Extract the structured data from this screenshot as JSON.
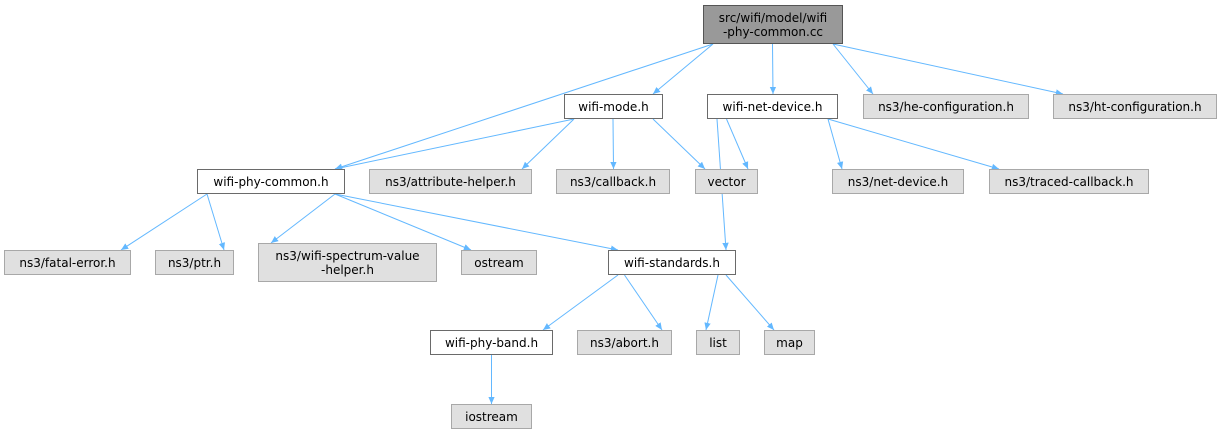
{
  "nodes": {
    "root": {
      "label": "src/wifi/model/wifi\n-phy-common.cc"
    },
    "wifi_mode": {
      "label": "wifi-mode.h"
    },
    "wifi_net_device": {
      "label": "wifi-net-device.h"
    },
    "he_configuration": {
      "label": "ns3/he-configuration.h"
    },
    "ht_configuration": {
      "label": "ns3/ht-configuration.h"
    },
    "wifi_phy_common": {
      "label": "wifi-phy-common.h"
    },
    "attribute_helper": {
      "label": "ns3/attribute-helper.h"
    },
    "callback": {
      "label": "ns3/callback.h"
    },
    "vector": {
      "label": "vector"
    },
    "net_device": {
      "label": "ns3/net-device.h"
    },
    "traced_callback": {
      "label": "ns3/traced-callback.h"
    },
    "fatal_error": {
      "label": "ns3/fatal-error.h"
    },
    "ptr": {
      "label": "ns3/ptr.h"
    },
    "spectrum_value_helper": {
      "label": "ns3/wifi-spectrum-value\n-helper.h"
    },
    "ostream": {
      "label": "ostream"
    },
    "wifi_standards": {
      "label": "wifi-standards.h"
    },
    "wifi_phy_band": {
      "label": "wifi-phy-band.h"
    },
    "abort": {
      "label": "ns3/abort.h"
    },
    "list": {
      "label": "list"
    },
    "map": {
      "label": "map"
    },
    "iostream": {
      "label": "iostream"
    }
  },
  "edges": [
    [
      "root",
      "wifi_mode"
    ],
    [
      "root",
      "wifi_net_device"
    ],
    [
      "root",
      "he_configuration"
    ],
    [
      "root",
      "ht_configuration"
    ],
    [
      "root",
      "wifi_phy_common"
    ],
    [
      "wifi_mode",
      "wifi_phy_common"
    ],
    [
      "wifi_mode",
      "attribute_helper"
    ],
    [
      "wifi_mode",
      "callback"
    ],
    [
      "wifi_mode",
      "vector"
    ],
    [
      "wifi_net_device",
      "vector"
    ],
    [
      "wifi_net_device",
      "net_device"
    ],
    [
      "wifi_net_device",
      "traced_callback"
    ],
    [
      "wifi_net_device",
      "wifi_standards"
    ],
    [
      "wifi_phy_common",
      "fatal_error"
    ],
    [
      "wifi_phy_common",
      "ptr"
    ],
    [
      "wifi_phy_common",
      "spectrum_value_helper"
    ],
    [
      "wifi_phy_common",
      "ostream"
    ],
    [
      "wifi_phy_common",
      "wifi_standards"
    ],
    [
      "wifi_standards",
      "wifi_phy_band"
    ],
    [
      "wifi_standards",
      "abort"
    ],
    [
      "wifi_standards",
      "list"
    ],
    [
      "wifi_standards",
      "map"
    ],
    [
      "wifi_phy_band",
      "iostream"
    ]
  ],
  "colors": {
    "edge": "#63b8ff",
    "root_fill": "#999999",
    "system_fill": "#e0e0e0",
    "local_fill": "#ffffff"
  }
}
